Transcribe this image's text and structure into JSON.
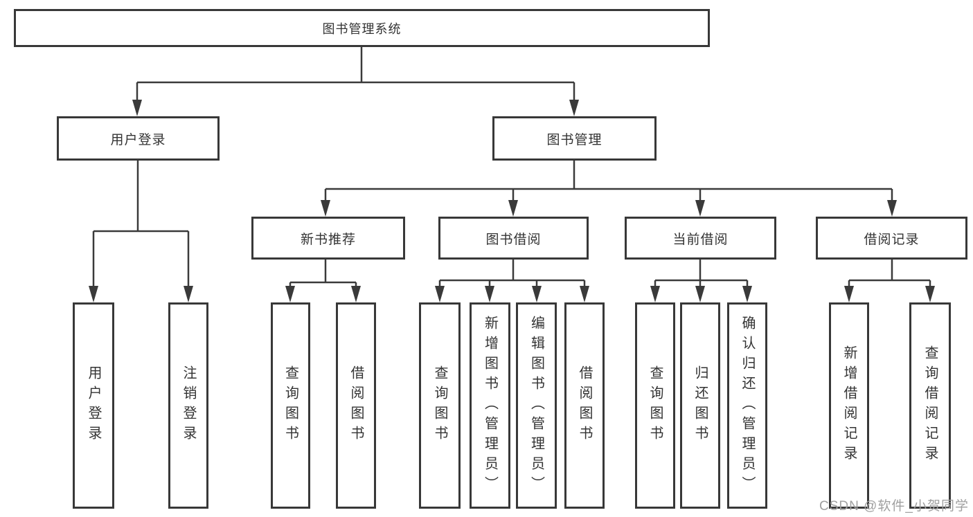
{
  "diagram": {
    "root": {
      "label": "图书管理系统"
    },
    "branches": [
      {
        "label": "用户登录",
        "children": [
          {
            "label": "用户登录"
          },
          {
            "label": "注销登录"
          }
        ]
      },
      {
        "label": "图书管理",
        "sections": [
          {
            "label": "新书推荐",
            "children": [
              {
                "label": "查询图书"
              },
              {
                "label": "借阅图书"
              }
            ]
          },
          {
            "label": "图书借阅",
            "children": [
              {
                "label": "查询图书"
              },
              {
                "label": "新增图书（管理员）"
              },
              {
                "label": "编辑图书（管理员）"
              },
              {
                "label": "借阅图书"
              }
            ]
          },
          {
            "label": "当前借阅",
            "children": [
              {
                "label": "查询图书"
              },
              {
                "label": "归还图书"
              },
              {
                "label": "确认归还（管理员）"
              }
            ]
          },
          {
            "label": "借阅记录",
            "children": [
              {
                "label": "新增借阅记录"
              },
              {
                "label": "查询借阅记录"
              }
            ]
          }
        ]
      }
    ]
  },
  "watermark": {
    "text": "CSDN @软件_小贺同学"
  },
  "colors": {
    "line": "#3a3a3a",
    "box_border": "#383838",
    "text": "#333333",
    "watermark": "#a0a0a0",
    "background": "#ffffff"
  }
}
